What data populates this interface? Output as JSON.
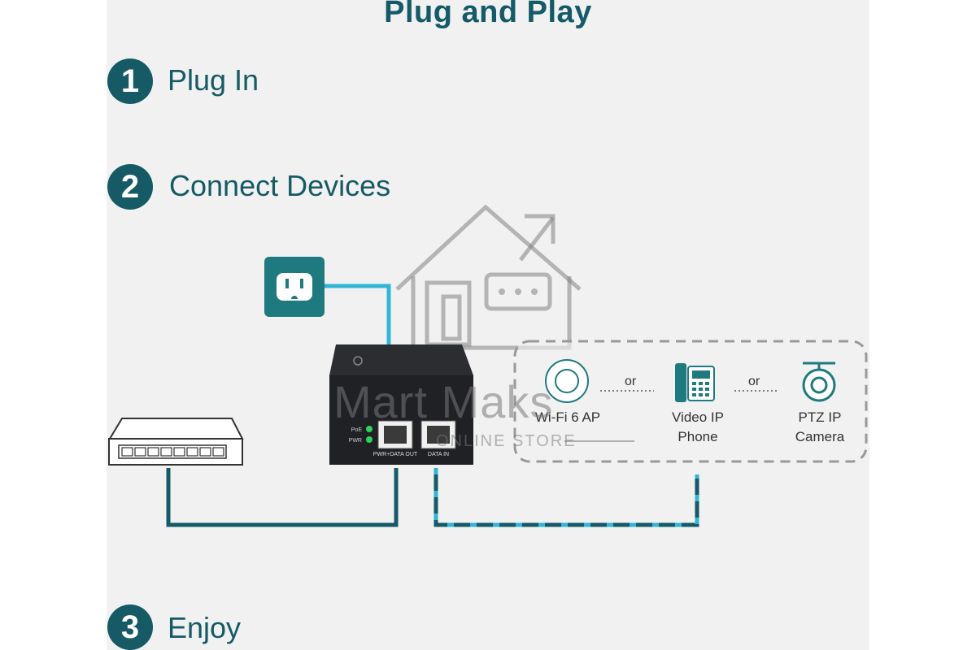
{
  "title": "Plug and Play",
  "steps": [
    {
      "number": "1",
      "label": "Plug In"
    },
    {
      "number": "2",
      "label": "Connect Devices"
    },
    {
      "number": "3",
      "label": "Enjoy"
    }
  ],
  "device": {
    "led_poe": "PoE",
    "led_pwr": "PWR",
    "port_out": "PWR+DATA OUT",
    "port_in": "DATA IN"
  },
  "endpoints": [
    {
      "name": "Wi-Fi 6 AP",
      "icon": "access-point-icon"
    },
    {
      "name_line1": "Video IP",
      "name_line2": "Phone",
      "icon": "ip-phone-icon"
    },
    {
      "name_line1": "PTZ IP",
      "name_line2": "Camera",
      "icon": "ptz-camera-icon"
    }
  ],
  "or_text": "or",
  "icons": {
    "outlet": "power-outlet-icon",
    "switch": "network-switch-icon"
  },
  "watermark": {
    "brand": "Mart Maks",
    "sub": "ONLINE STORE"
  },
  "colors": {
    "primary": "#155a64",
    "cable_power": "#33b5d6",
    "cable_lan": "#145a68",
    "outlet_bg": "#1f7a7f",
    "led": "#2fd25a"
  }
}
